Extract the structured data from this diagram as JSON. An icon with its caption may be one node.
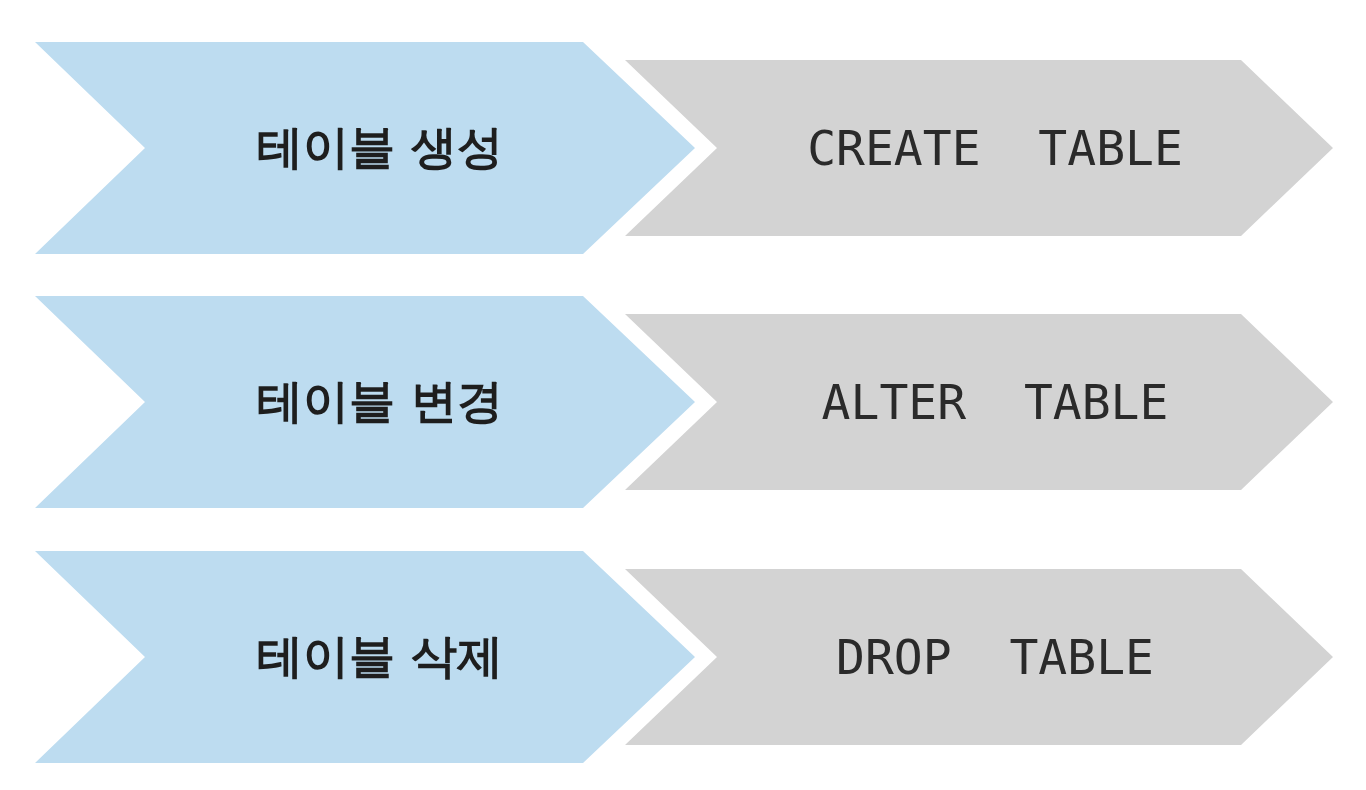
{
  "diagram": {
    "nodes": [
      {
        "text": [
          "테이블 생성"
        ]
      },
      {
        "text": [
          "CREATE  TABLE"
        ]
      },
      {
        "text": [
          "테이블 변경"
        ]
      },
      {
        "text": [
          "ALTER  TABLE"
        ]
      },
      {
        "text": [
          "테이블 삭제"
        ]
      },
      {
        "text": [
          "DROP  TABLE"
        ]
      }
    ]
  }
}
